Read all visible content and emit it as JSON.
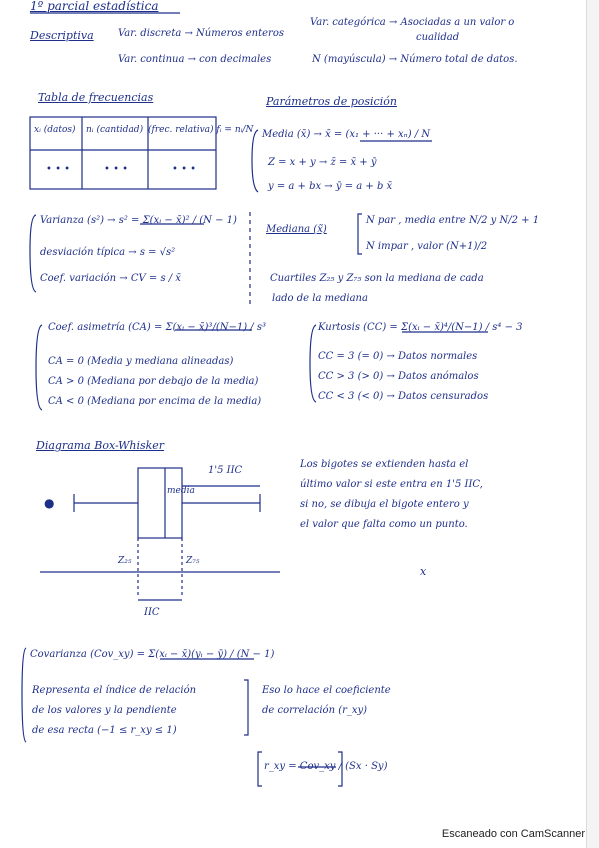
{
  "header": {
    "title": "1º parcial estadística"
  },
  "descriptiva": {
    "label": "Descriptiva",
    "var_discreta": "Var. discreta → Números enteros",
    "var_continua": "Var. continua → con decimales",
    "var_categorica": "Var. categórica → Asociadas a un valor o",
    "var_categorica_cont": "cualidad",
    "n_mayuscula": "N (mayúscula) → Número total de datos."
  },
  "tabla_frecuencias": {
    "title": "Tabla de frecuencias",
    "headers": [
      "xᵢ (datos)",
      "nᵢ (cantidad)",
      "(frec. relativa) fᵢ = nᵢ/N"
    ],
    "cells": [
      "• • •",
      "• • •",
      "• • •"
    ]
  },
  "parametros_posicion": {
    "title": "Parámetros de posición",
    "media": "Media (x̄) → x̄ = (x₁ + ··· + xₙ) / N",
    "z_sum": "Z = x + y → z̄ = x̄ + ȳ",
    "y_lin": "y = a + bx → ȳ = a + b x̄",
    "mediana": "Mediana (x̃)",
    "mediana_par": "N par , media entre N/2 y N/2 + 1",
    "mediana_impar": "N impar , valor (N+1)/2",
    "cuartiles": "Cuartiles Z₂₅ y Z₇₅ son la mediana de cada",
    "cuartiles_cont": "lado de la mediana"
  },
  "dispersion": {
    "varianza": "Varianza (s²) → s² = Σ(xᵢ − x̄)² / (N − 1)",
    "desviacion": "desviación típica → s = √s²",
    "coef_variacion": "Coef. variación → CV = s / x̄"
  },
  "asimetria": {
    "title": "Coef. asimetría (CA) = Σ(xᵢ − x̄)³/(N−1) / s³",
    "rows": [
      "CA = 0 (Media y mediana alineadas)",
      "CA > 0 (Mediana por debajo de la media)",
      "CA < 0 (Mediana por encima de la media)"
    ]
  },
  "kurtosis": {
    "title": "Kurtosis (CC) = Σ(xᵢ − x̄)⁴/(N−1) / s⁴ − 3",
    "rows": [
      "CC = 3 (= 0) → Datos normales",
      "CC > 3 (> 0) → Datos anómalos",
      "CC < 3 (< 0) → Datos censurados"
    ]
  },
  "boxplot": {
    "title": "Diagrama Box-Whisker",
    "iic_label": "1'5 IIC",
    "media_label": "media",
    "z25": "Z₂₅",
    "z75": "Z₇₅",
    "iic": "IIC",
    "x_mark": "x",
    "explanation": [
      "Los bigotes se extienden hasta el",
      "último valor si este entra en 1'5 IIC,",
      "si no, se dibuja el bigote entero y",
      "el valor que falta como un punto."
    ]
  },
  "covarianza": {
    "title": "Covarianza (Cov_xy) = Σ(xᵢ − x̄)(yᵢ − ȳ) / (N − 1)",
    "desc": [
      "Representa el índice de relación",
      "de los valores y la pendiente",
      "de esa recta (−1 ≤ r_xy ≤ 1)"
    ],
    "note": [
      "Eso lo hace el coeficiente",
      "de correlación (r_xy)"
    ],
    "formula": "r_xy = Cov_xy / (Sx · Sy)"
  },
  "footer": {
    "scanner": "Escaneado con CamScanner"
  }
}
